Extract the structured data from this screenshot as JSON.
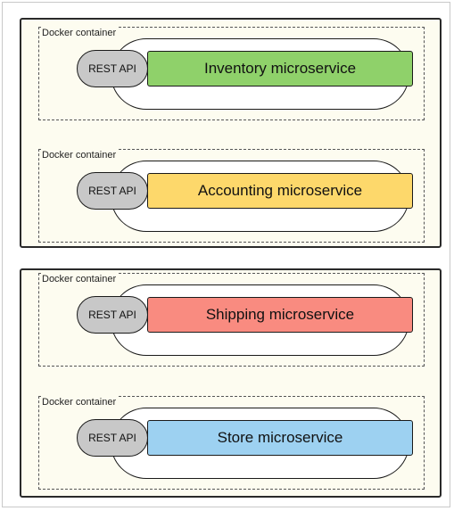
{
  "hosts": [
    {
      "containers": [
        {
          "label": "Docker container",
          "api": "REST API",
          "service": "Inventory microservice",
          "color": "#8fd16a"
        },
        {
          "label": "Docker container",
          "api": "REST API",
          "service": "Accounting microservice",
          "color": "#fdd86b"
        }
      ]
    },
    {
      "containers": [
        {
          "label": "Docker container",
          "api": "REST API",
          "service": "Shipping microservice",
          "color": "#f98b80"
        },
        {
          "label": "Docker container",
          "api": "REST API",
          "service": "Store microservice",
          "color": "#9dd1f1"
        }
      ]
    }
  ]
}
